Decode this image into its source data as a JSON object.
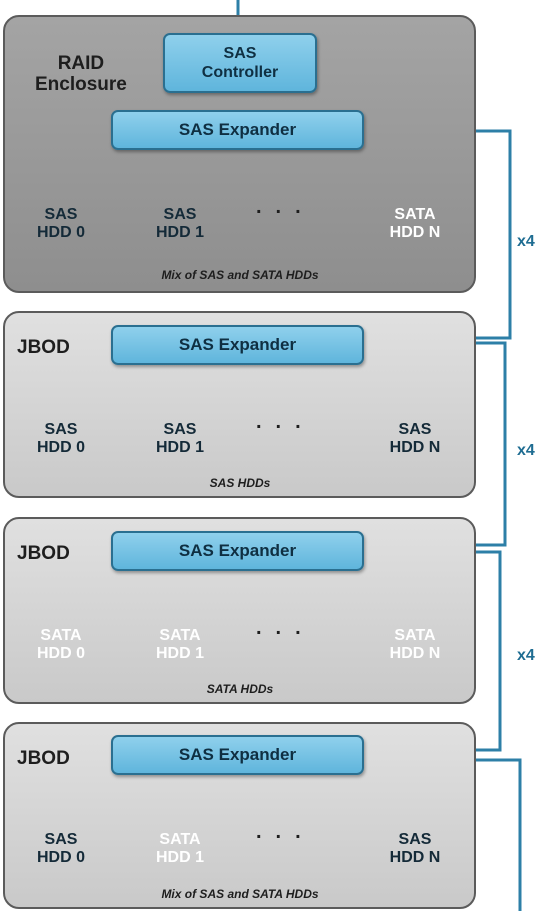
{
  "colors": {
    "link": "#2d7fa7",
    "sas_drive": "#a9dcf2",
    "sata_drive": "#e1603c",
    "expander": "#72c1e3"
  },
  "raid": {
    "title": "RAID\nEnclosure",
    "controller": "SAS\nController",
    "expander": "SAS Expander",
    "drives": [
      {
        "label": "SAS\nHDD 0",
        "kind": "sas"
      },
      {
        "label": "SAS\nHDD 1",
        "kind": "sas"
      },
      {
        "label": "SATA\nHDD N",
        "kind": "sata"
      }
    ],
    "caption": "Mix of SAS and SATA HDDs"
  },
  "jbods": [
    {
      "title": "JBOD",
      "expander": "SAS Expander",
      "drives": [
        {
          "label": "SAS\nHDD 0",
          "kind": "sas"
        },
        {
          "label": "SAS\nHDD 1",
          "kind": "sas"
        },
        {
          "label": "SAS\nHDD N",
          "kind": "sas"
        }
      ],
      "caption": "SAS HDDs"
    },
    {
      "title": "JBOD",
      "expander": "SAS Expander",
      "drives": [
        {
          "label": "SATA\nHDD 0",
          "kind": "sata"
        },
        {
          "label": "SATA\nHDD 1",
          "kind": "sata"
        },
        {
          "label": "SATA\nHDD N",
          "kind": "sata"
        }
      ],
      "caption": "SATA HDDs"
    },
    {
      "title": "JBOD",
      "expander": "SAS Expander",
      "drives": [
        {
          "label": "SAS\nHDD 0",
          "kind": "sas"
        },
        {
          "label": "SATA\nHDD 1",
          "kind": "sata"
        },
        {
          "label": "SAS\nHDD N",
          "kind": "sas"
        }
      ],
      "caption": "Mix of SAS and SATA HDDs"
    }
  ],
  "dots": "...",
  "link_labels": [
    "x4",
    "x4",
    "x4"
  ]
}
